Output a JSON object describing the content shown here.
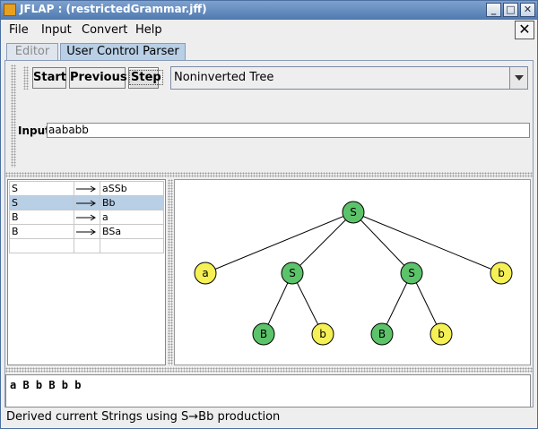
{
  "window": {
    "title": "JFLAP : (restrictedGrammar.jff)"
  },
  "menu": {
    "items": [
      "File",
      "Input",
      "Convert",
      "Help"
    ],
    "close_glyph": "✕"
  },
  "tabs": [
    {
      "label": "Editor",
      "active": false
    },
    {
      "label": "User Control Parser",
      "active": true
    }
  ],
  "toolbar": {
    "start_label": "Start",
    "previous_label": "Previous",
    "step_label": "Step",
    "view_select": "Noninverted Tree"
  },
  "input": {
    "label": "Input",
    "value": "aababb"
  },
  "productions": [
    {
      "lhs": "S",
      "rhs": "aSSb",
      "selected": false
    },
    {
      "lhs": "S",
      "rhs": "Bb",
      "selected": true
    },
    {
      "lhs": "B",
      "rhs": "a",
      "selected": false
    },
    {
      "lhs": "B",
      "rhs": "BSa",
      "selected": false
    },
    {
      "lhs": "",
      "rhs": "",
      "selected": false
    }
  ],
  "tree": {
    "nodes": [
      {
        "id": "root",
        "label": "S",
        "type": "nonterminal"
      },
      {
        "id": "n1",
        "label": "a",
        "type": "terminal"
      },
      {
        "id": "n2",
        "label": "S",
        "type": "nonterminal"
      },
      {
        "id": "n3",
        "label": "S",
        "type": "nonterminal"
      },
      {
        "id": "n4",
        "label": "b",
        "type": "terminal"
      },
      {
        "id": "n5",
        "label": "B",
        "type": "nonterminal"
      },
      {
        "id": "n6",
        "label": "b",
        "type": "terminal"
      },
      {
        "id": "n7",
        "label": "B",
        "type": "nonterminal"
      },
      {
        "id": "n8",
        "label": "b",
        "type": "terminal"
      }
    ],
    "edges": [
      [
        "root",
        "n1"
      ],
      [
        "root",
        "n2"
      ],
      [
        "root",
        "n3"
      ],
      [
        "root",
        "n4"
      ],
      [
        "n2",
        "n5"
      ],
      [
        "n2",
        "n6"
      ],
      [
        "n3",
        "n7"
      ],
      [
        "n3",
        "n8"
      ]
    ],
    "colors": {
      "nonterminal": "#5cc36b",
      "terminal": "#f4f055"
    }
  },
  "derivation": {
    "text": "a B b B b b"
  },
  "status": {
    "text": "Derived current Strings using S→Bb production"
  }
}
